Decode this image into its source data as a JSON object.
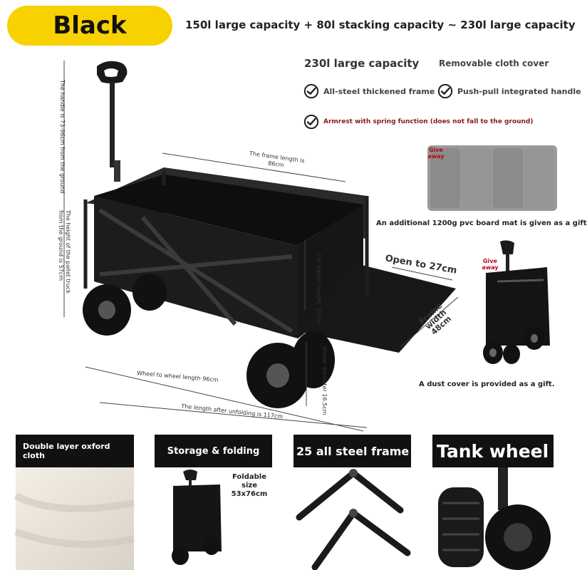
{
  "color_badge": "Black",
  "headline": "150l large capacity + 80l stacking capacity ~ 230l large capacity",
  "features": {
    "capacity_title": "230l large capacity",
    "cover_title": "Removable cloth cover",
    "frame": "All-steel thickened frame",
    "handle": "Push-pull integrated handle",
    "armrest": "Armrest with spring function (does not fall to the ground)"
  },
  "gifts": {
    "mat_caption": "An additional 1200g pvc board mat is given as a gift",
    "dust_caption": "A dust cover is provided as a gift.",
    "give_away_1": "Give away",
    "give_away_2": "Give away"
  },
  "dimensions": {
    "handle_height": "The handle is 73-96cm from the ground",
    "pallet_height": "The height of the pallet truck from the ground is 57cm",
    "frame_length": "The frame length is 86cm",
    "basket_height": "Car basket height: 27cm",
    "open_length": "Open to 27cm",
    "frame_width": "Frame width 48cm",
    "wheel_diameter": "Wheel diameter 16.5cm",
    "wheel_to_wheel": "Wheel to wheel length 96cm",
    "unfolded_length": "The length after unfolding is 117cm"
  },
  "panels": {
    "oxford": "Double layer oxford cloth",
    "storage": "Storage & folding",
    "foldable_size": "Foldable size 53x76cm",
    "steel_frame": "25 all steel frame",
    "tank_wheel": "Tank wheel"
  },
  "colors": {
    "badge": "#f7d100",
    "panel_header": "#111111",
    "accent_red": "#c0001a"
  },
  "icons": [
    "check-circle-icon"
  ]
}
